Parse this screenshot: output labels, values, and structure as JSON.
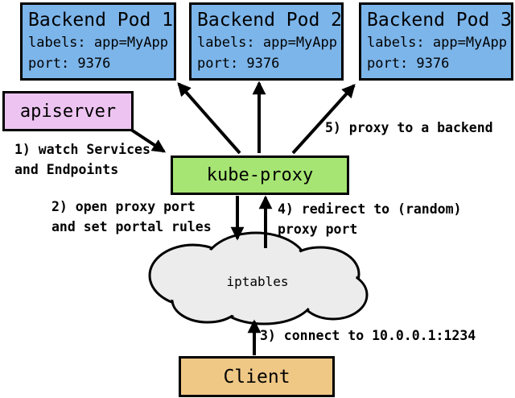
{
  "diagram": {
    "pods": [
      {
        "title": "Backend Pod 1",
        "labels": "labels: app=MyApp",
        "port": "port: 9376"
      },
      {
        "title": "Backend Pod 2",
        "labels": "labels: app=MyApp",
        "port": "port: 9376"
      },
      {
        "title": "Backend Pod 3",
        "labels": "labels: app=MyApp",
        "port": "port: 9376"
      }
    ],
    "nodes": {
      "apiserver": "apiserver",
      "kube_proxy": "kube-proxy",
      "iptables": "iptables",
      "client": "Client"
    },
    "steps": [
      {
        "text": "1) watch Services\nand Endpoints"
      },
      {
        "text": "2) open proxy port\nand set portal rules"
      },
      {
        "text": "3) connect to 10.0.0.1:1234"
      },
      {
        "text": "4) redirect to (random)\nproxy port"
      },
      {
        "text": "5) proxy to a backend"
      }
    ],
    "colors": {
      "pod_fill": "#7cb5ea",
      "apiserver_fill": "#edc4f1",
      "kube_proxy_fill": "#a6e573",
      "client_fill": "#efc886",
      "cloud_fill": "#ececec",
      "border": "#000000"
    }
  }
}
